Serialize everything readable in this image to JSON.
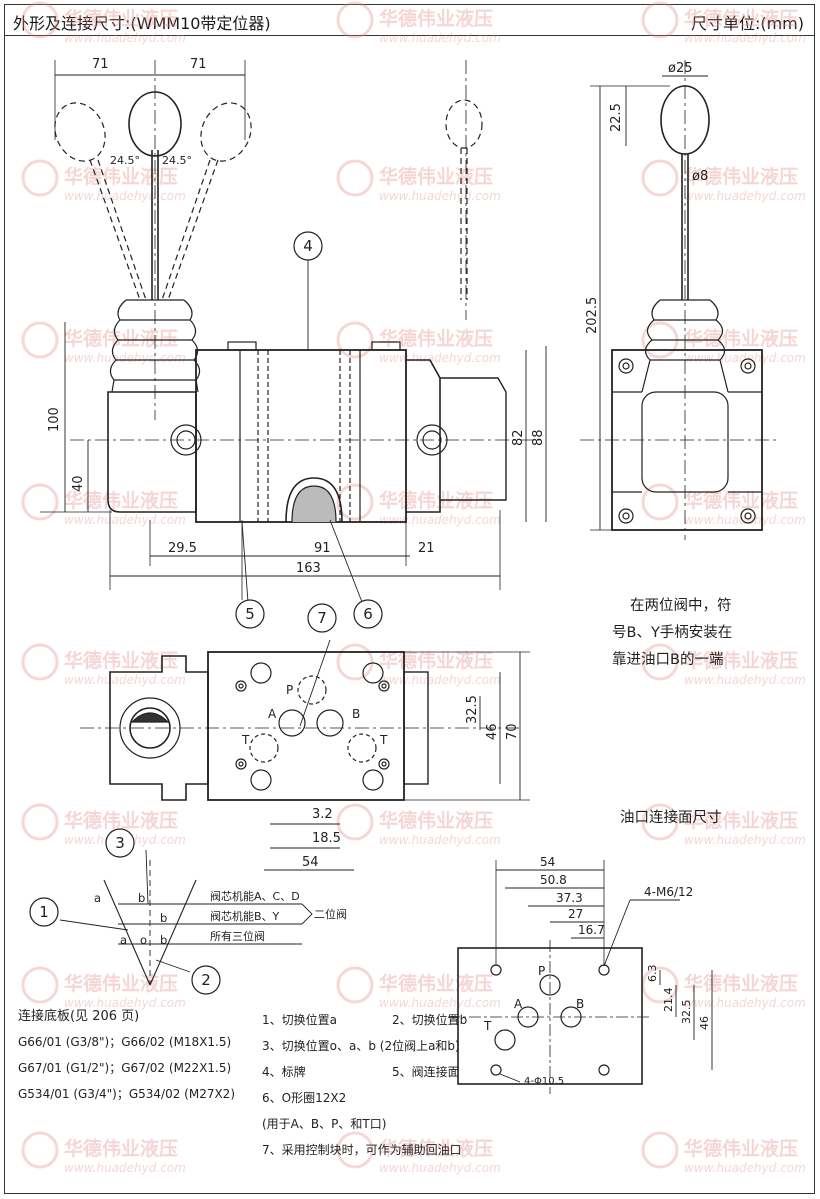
{
  "header": {
    "title": "外形及连接尺寸:(WMM10带定位器)",
    "unit": "尺寸单位:(mm)"
  },
  "watermark": {
    "brand": "华德伟业液压",
    "url": "www.huadehyd.com",
    "color": "#e58a8a"
  },
  "dims": {
    "d71a": "71",
    "d71b": "71",
    "ang1": "24.5°",
    "ang2": "24.5°",
    "d100": "100",
    "d40": "40",
    "d82": "82",
    "d88": "88",
    "d29_5": "29.5",
    "d91": "91",
    "d21": "21",
    "d163": "163",
    "phi25": "ø25",
    "d22_5": "22.5",
    "phi8": "ø8",
    "d202_5": "202.5",
    "d32_5": "32.5",
    "d46": "46",
    "d70": "70",
    "d3_2": "3.2",
    "d18_5": "18.5",
    "d54": "54",
    "p_d54": "54",
    "p_d50_8": "50.8",
    "p_d37_3": "37.3",
    "p_d27": "27",
    "p_d16_7": "16.7",
    "p_m6": "4-M6/12",
    "p_d6_3": "6.3",
    "p_d21_4": "21.4",
    "p_d32_5": "32.5",
    "p_d46": "46",
    "p_phi": "4-Φ10.5"
  },
  "callouts": [
    "4",
    "5",
    "6",
    "7",
    "3",
    "1",
    "2"
  ],
  "ports": {
    "P": "P",
    "A": "A",
    "B": "B",
    "T": "T",
    "T2": "T"
  },
  "switch_diag": {
    "a": "a",
    "b": "b",
    "o": "o",
    "line1": "阀芯机能A、C、D",
    "line2": "阀芯机能B、Y",
    "line3": "所有三位阀",
    "two_pos": "二位阀"
  },
  "note_text": [
    "在两位阀中，符",
    "号B、Y手柄安装在",
    "靠进油口B的一端"
  ],
  "port_face_title": "油口连接面尺寸",
  "subplates": {
    "title": "连接底板(见 206 页)",
    "items": [
      "G66/01 (G3/8\")；G66/02 (M18X1.5)",
      "G67/01 (G1/2\")；G67/02 (M22X1.5)",
      "G534/01 (G3/4\")；G534/02 (M27X2)"
    ]
  },
  "legend": {
    "l1a": "1、切换位置a",
    "l1b": "2、切换位置b",
    "l3": "3、切换位置o、a、b (2位阀上a和b)",
    "l4": "4、标牌",
    "l5": "5、阀连接面",
    "l6": "6、O形圈12X2",
    "l6b": "(用于A、B、P、和T口)",
    "l7": "7、采用控制块时，可作为辅助回油口"
  }
}
